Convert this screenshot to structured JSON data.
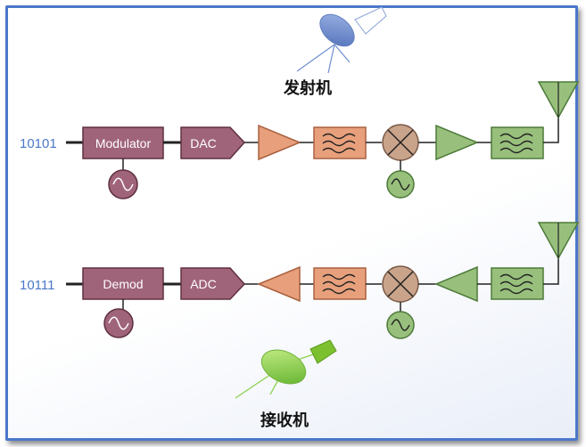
{
  "transmitter": {
    "title": "发射机",
    "bitstream": "10101",
    "modulator_label": "Modulator",
    "dac_label": "DAC"
  },
  "receiver": {
    "title": "接收机",
    "bitstream": "10111",
    "demod_label": "Demod",
    "adc_label": "ADC"
  },
  "colors": {
    "frame": "#4a78c9",
    "modem_fill": "#a0647a",
    "modem_stroke": "#5e3040",
    "orange_fill": "#e8a07c",
    "orange_stroke": "#a8603e",
    "mixer_fill": "#c9a38a",
    "green_fill": "#98c07c",
    "green_stroke": "#4d7a3a",
    "bits_text": "#4a78c9",
    "dish_tx": "#6f8fd0",
    "dish_rx": "#8ad04a"
  }
}
